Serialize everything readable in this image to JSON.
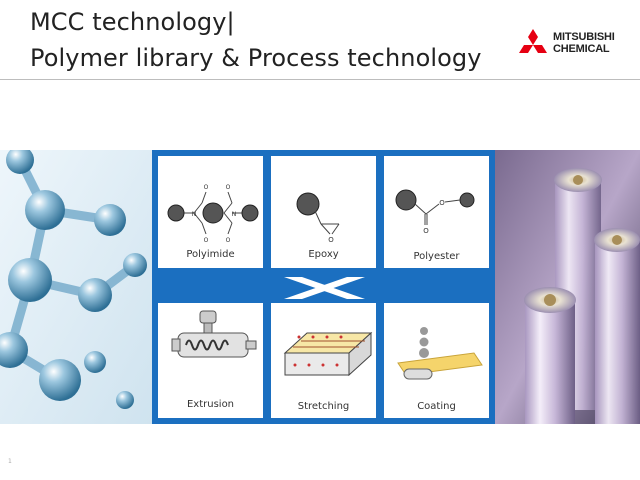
{
  "header": {
    "title_line1": "MCC technology|",
    "title_line2": "Polymer library & Process technology"
  },
  "logo": {
    "line1": "MITSUBISHI",
    "line2": "CHEMICAL",
    "color": "#e60012"
  },
  "colors": {
    "panel": "#1b6fc0",
    "rule": "#bdbdbd"
  },
  "polymers": [
    {
      "label": "Polyimide",
      "atoms": [
        "N",
        "N",
        "O",
        "O",
        "O",
        "O"
      ]
    },
    {
      "label": "Epoxy",
      "atoms": [
        "O"
      ]
    },
    {
      "label": "Polyester",
      "atoms": [
        "O",
        "O"
      ]
    }
  ],
  "processes": [
    {
      "label": "Extrusion"
    },
    {
      "label": "Stretching"
    },
    {
      "label": "Coating"
    }
  ],
  "footer": {
    "page_number": "1"
  }
}
